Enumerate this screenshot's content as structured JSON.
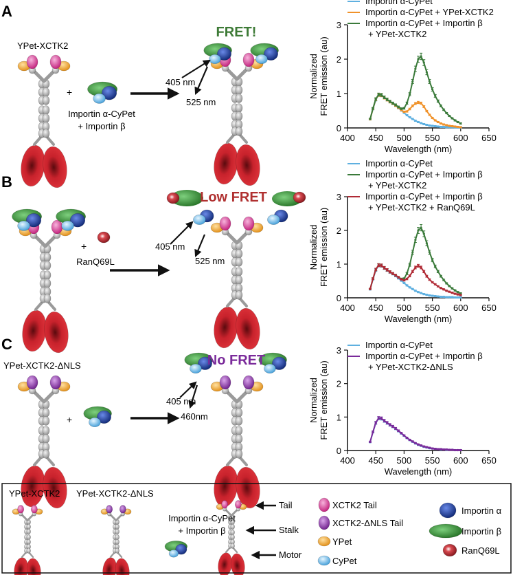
{
  "panels": [
    {
      "letter": "A",
      "status": "FRET!",
      "status_color": "#3d7a36",
      "construct": "YPet-XCTK2",
      "ligand": [
        "Importin α-CyPet",
        "+ Importin β"
      ],
      "excite": "405 nm",
      "emit": "525 nm",
      "chart_data": {
        "type": "line",
        "xlabel": "Wavelength (nm)",
        "ylabel": [
          "Normalized",
          "FRET emission (au)"
        ],
        "xlim": [
          400,
          650
        ],
        "ylim": [
          0,
          3
        ],
        "xticks": [
          400,
          450,
          500,
          550,
          600,
          650
        ],
        "yticks": [
          0,
          1,
          2,
          3
        ],
        "legend": [
          "Importin α-CyPet",
          "Importin α-CyPet + YPet-XCTK2",
          "Importin α-CyPet + Importin β",
          "+ YPet-XCTK2"
        ],
        "legend_colors": [
          "#5fb0e0",
          "#f0922a",
          "#3a7a3a",
          null
        ],
        "x": [
          440,
          445,
          450,
          455,
          460,
          465,
          470,
          475,
          480,
          485,
          490,
          495,
          500,
          505,
          510,
          515,
          520,
          525,
          530,
          535,
          540,
          545,
          550,
          555,
          560,
          565,
          570,
          575,
          580,
          585,
          590,
          595,
          600
        ],
        "series": [
          {
            "color": "#5fb0e0",
            "values": [
              0.25,
              0.55,
              0.82,
              0.96,
              0.95,
              0.88,
              0.82,
              0.76,
              0.71,
              0.65,
              0.58,
              0.51,
              0.44,
              0.37,
              0.31,
              0.26,
              0.21,
              0.17,
              0.14,
              0.11,
              0.09,
              0.07,
              0.06,
              0.05,
              0.04,
              0.03,
              0.03,
              0.02,
              0.02,
              0.02,
              0.01,
              0.01,
              0.01
            ]
          },
          {
            "color": "#f0922a",
            "values": [
              0.25,
              0.56,
              0.83,
              0.96,
              0.95,
              0.88,
              0.82,
              0.76,
              0.71,
              0.65,
              0.59,
              0.52,
              0.47,
              0.48,
              0.55,
              0.64,
              0.71,
              0.74,
              0.72,
              0.62,
              0.49,
              0.38,
              0.29,
              0.22,
              0.17,
              0.13,
              0.1,
              0.08,
              0.06,
              0.05,
              0.04,
              0.03,
              0.02
            ]
          },
          {
            "color": "#3a7a3a",
            "values": [
              0.26,
              0.57,
              0.84,
              0.97,
              0.96,
              0.89,
              0.83,
              0.77,
              0.72,
              0.67,
              0.61,
              0.56,
              0.57,
              0.72,
              0.98,
              1.35,
              1.72,
              2.0,
              2.08,
              1.9,
              1.62,
              1.35,
              1.12,
              0.93,
              0.78,
              0.64,
              0.53,
              0.43,
              0.35,
              0.28,
              0.22,
              0.17,
              0.13
            ]
          }
        ]
      }
    },
    {
      "letter": "B",
      "status": "Low FRET",
      "status_color": "#b03030",
      "ligand": [
        "RanQ69L"
      ],
      "excite": "405 nm",
      "emit": "525 nm",
      "chart_data": {
        "type": "line",
        "xlabel": "Wavelength (nm)",
        "ylabel": [
          "Normalized",
          "FRET emission (au)"
        ],
        "xlim": [
          400,
          650
        ],
        "ylim": [
          0,
          3
        ],
        "xticks": [
          400,
          450,
          500,
          550,
          600,
          650
        ],
        "yticks": [
          0,
          1,
          2,
          3
        ],
        "legend": [
          "Importin α-CyPet",
          "Importin α-CyPet + Importin β",
          "+ YPet-XCTK2",
          "Importin α-CyPet + Importin β",
          "+ YPet-XCTK2 + RanQ69L"
        ],
        "legend_colors": [
          "#5fb0e0",
          "#3a7a3a",
          null,
          "#b02a35",
          null
        ],
        "x": [
          440,
          445,
          450,
          455,
          460,
          465,
          470,
          475,
          480,
          485,
          490,
          495,
          500,
          505,
          510,
          515,
          520,
          525,
          530,
          535,
          540,
          545,
          550,
          555,
          560,
          565,
          570,
          575,
          580,
          585,
          590,
          595,
          600
        ],
        "series": [
          {
            "color": "#5fb0e0",
            "values": [
              0.25,
              0.55,
              0.82,
              0.96,
              0.95,
              0.88,
              0.82,
              0.76,
              0.71,
              0.65,
              0.58,
              0.51,
              0.44,
              0.37,
              0.31,
              0.26,
              0.21,
              0.17,
              0.14,
              0.11,
              0.09,
              0.07,
              0.06,
              0.05,
              0.04,
              0.03,
              0.03,
              0.02,
              0.02,
              0.02,
              0.01,
              0.01,
              0.01
            ]
          },
          {
            "color": "#3a7a3a",
            "values": [
              0.26,
              0.57,
              0.84,
              0.97,
              0.96,
              0.89,
              0.83,
              0.77,
              0.72,
              0.67,
              0.61,
              0.56,
              0.57,
              0.72,
              0.98,
              1.35,
              1.72,
              2.0,
              2.08,
              1.9,
              1.62,
              1.35,
              1.12,
              0.93,
              0.78,
              0.64,
              0.53,
              0.43,
              0.35,
              0.28,
              0.22,
              0.17,
              0.13
            ]
          },
          {
            "color": "#b02a35",
            "values": [
              0.26,
              0.57,
              0.84,
              0.97,
              0.96,
              0.89,
              0.83,
              0.77,
              0.72,
              0.67,
              0.61,
              0.55,
              0.52,
              0.56,
              0.65,
              0.78,
              0.9,
              0.95,
              0.9,
              0.78,
              0.64,
              0.54,
              0.46,
              0.4,
              0.34,
              0.29,
              0.25,
              0.21,
              0.18,
              0.15,
              0.12,
              0.1,
              0.08
            ]
          }
        ]
      }
    },
    {
      "letter": "C",
      "status": "No FRET",
      "status_color": "#7a2a9a",
      "construct": "YPet-XCTK2-ΔNLS",
      "excite": "405 nm",
      "emit": "460nm",
      "chart_data": {
        "type": "line",
        "xlabel": "Wavelength (nm)",
        "ylabel": [
          "Normalized",
          "FRET emission (au)"
        ],
        "xlim": [
          400,
          650
        ],
        "ylim": [
          0,
          3
        ],
        "xticks": [
          400,
          450,
          500,
          550,
          600,
          650
        ],
        "yticks": [
          0,
          1,
          2,
          3
        ],
        "legend": [
          "Importin α-CyPet",
          "Importin α-CyPet + Importin β",
          "+ YPet-XCTK2-ΔNLS"
        ],
        "legend_colors": [
          "#5fb0e0",
          "#7a2a9a",
          null
        ],
        "x": [
          440,
          445,
          450,
          455,
          460,
          465,
          470,
          475,
          480,
          485,
          490,
          495,
          500,
          505,
          510,
          515,
          520,
          525,
          530,
          535,
          540,
          545,
          550,
          555,
          560,
          565,
          570,
          575,
          580,
          585,
          590,
          595,
          600
        ],
        "series": [
          {
            "color": "#5fb0e0",
            "values": [
              0.25,
              0.55,
              0.82,
              0.96,
              0.95,
              0.88,
              0.82,
              0.76,
              0.71,
              0.65,
              0.58,
              0.51,
              0.44,
              0.37,
              0.31,
              0.26,
              0.21,
              0.17,
              0.14,
              0.11,
              0.09,
              0.07,
              0.06,
              0.05,
              0.04,
              0.03,
              0.03,
              0.02,
              0.02,
              0.02,
              0.01,
              0.01,
              0.01
            ]
          },
          {
            "color": "#7a2a9a",
            "values": [
              0.26,
              0.56,
              0.83,
              0.97,
              0.96,
              0.89,
              0.83,
              0.77,
              0.72,
              0.66,
              0.59,
              0.52,
              0.45,
              0.38,
              0.32,
              0.27,
              0.22,
              0.18,
              0.15,
              0.12,
              0.1,
              0.08,
              0.06,
              0.05,
              0.04,
              0.04,
              0.03,
              0.03,
              0.02,
              0.02,
              0.01,
              0.01,
              0.01
            ]
          }
        ]
      }
    }
  ],
  "key": {
    "construct1": "YPet-XCTK2",
    "construct2": "YPet-XCTK2-ΔNLS",
    "importin_label": [
      "Importin α-CyPet",
      "+ Importin β"
    ],
    "domains": [
      "Tail",
      "Stalk",
      "Motor"
    ],
    "legend_items": [
      "XCTK2 Tail",
      "XCTK2-ΔNLS Tail",
      "YPet",
      "CyPet"
    ],
    "legend_items2": [
      "Importin α",
      "Importin β",
      "RanQ69L"
    ]
  },
  "colors": {
    "motor": "#c8222c",
    "stalk": "#b8b8b8",
    "tail_pink": "#d8308a",
    "tail_purple": "#8a2aa0",
    "ypet": "#f0a028",
    "cypet": "#5ab4e8",
    "imp_a": "#1c3c9c",
    "imp_b": "#3a9a3a",
    "ran": "#b82a32"
  }
}
